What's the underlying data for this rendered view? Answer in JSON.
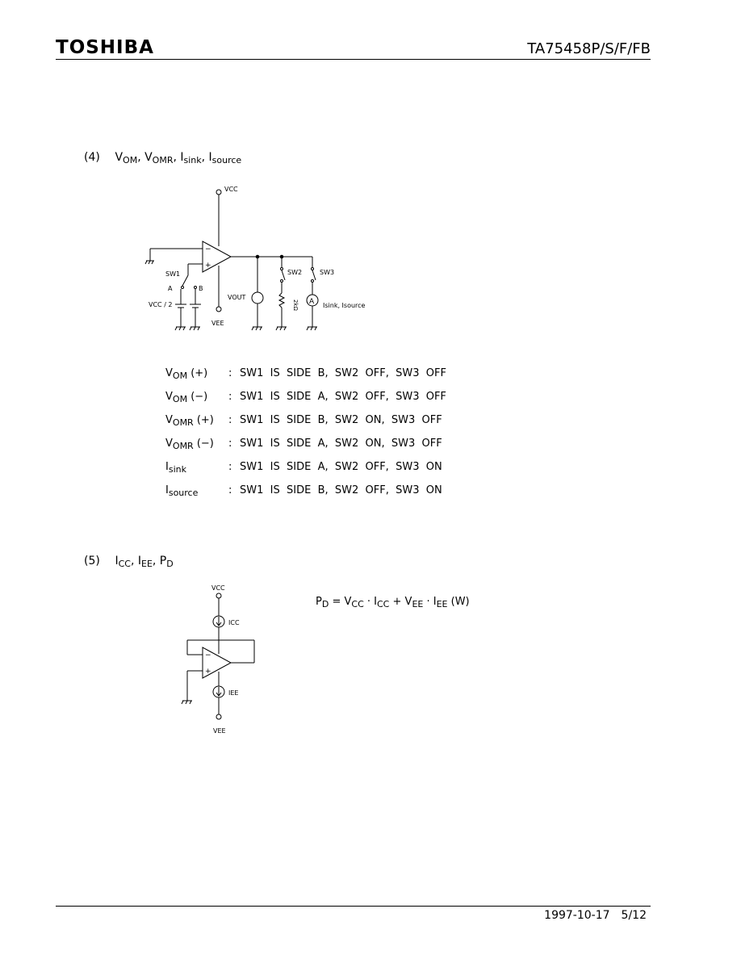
{
  "header": {
    "logo": "TOSHIBA",
    "part_number": "TA75458P/S/F/FB"
  },
  "section4": {
    "number": "(4)",
    "title_parts": [
      {
        "main": "V",
        "sub": "OM"
      },
      {
        "main": ", V",
        "sub": "OMR"
      },
      {
        "main": ", I",
        "sub": "sink"
      },
      {
        "main": ", I",
        "sub": "source"
      }
    ],
    "diagram": {
      "vcc": "VCC",
      "vee": "VEE",
      "sw1": "SW1",
      "sw2": "SW2",
      "sw3": "SW3",
      "a": "A",
      "b": "B",
      "vcc_half": "VCC / 2",
      "vout": "VOUT",
      "resistor": "2kΩ",
      "ammeter": "A",
      "isink_isource": "Isink, Isource",
      "minus": "−",
      "plus": "+"
    },
    "conditions": [
      {
        "label": "V",
        "sub": "OM",
        "suffix": " (+)",
        "desc": "SW1  IS  SIDE  B,  SW2  OFF,  SW3  OFF"
      },
      {
        "label": "V",
        "sub": "OM",
        "suffix": " (−)",
        "desc": "SW1  IS  SIDE  A,  SW2  OFF,  SW3  OFF"
      },
      {
        "label": "V",
        "sub": "OMR",
        "suffix": " (+)",
        "desc": "SW1  IS  SIDE  B,  SW2  ON,  SW3  OFF"
      },
      {
        "label": "V",
        "sub": "OMR",
        "suffix": " (−)",
        "desc": "SW1  IS  SIDE  A,  SW2  ON,  SW3  OFF"
      },
      {
        "label": "I",
        "sub": "sink",
        "suffix": "",
        "desc": "SW1  IS  SIDE  A,  SW2  OFF,  SW3  ON"
      },
      {
        "label": "I",
        "sub": "source",
        "suffix": "",
        "desc": "SW1  IS  SIDE  B,  SW2  OFF,  SW3  ON"
      }
    ],
    "separator": ":"
  },
  "section5": {
    "number": "(5)",
    "title_parts": [
      {
        "main": "I",
        "sub": "CC"
      },
      {
        "main": ", I",
        "sub": "EE"
      },
      {
        "main": ", P",
        "sub": "D"
      }
    ],
    "diagram": {
      "vcc": "VCC",
      "vee": "VEE",
      "icc": "ICC",
      "iee": "IEE",
      "minus": "−",
      "plus": "+"
    },
    "formula_parts": [
      {
        "main": "P",
        "sub": "D"
      },
      {
        "main": " = V",
        "sub": "CC"
      },
      {
        "main": " · I",
        "sub": "CC"
      },
      {
        "main": " + V",
        "sub": "EE"
      },
      {
        "main": " · I",
        "sub": "EE"
      },
      {
        "main": " (W)",
        "sub": ""
      }
    ]
  },
  "footer": {
    "date": "1997-10-17",
    "page": "5/12"
  }
}
